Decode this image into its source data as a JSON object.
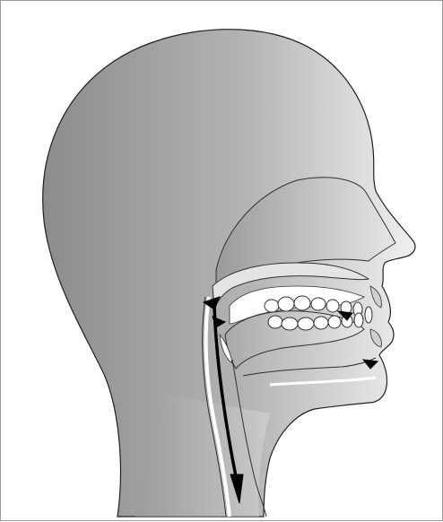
{
  "diagram": {
    "subject": "head-sagittal-section",
    "arrow_direction": "downward-through-pharynx-into-esophagus",
    "colors": {
      "skin_light": "#f0f0f0",
      "skin_dark": "#8c8c8c",
      "outline": "#202020",
      "teeth": "#ffffff",
      "arrow": "#000000"
    },
    "icons": [
      "swallow-path-arrow",
      "teeth",
      "tongue",
      "palate",
      "nasal-cavity",
      "pharynx",
      "esophagus"
    ]
  }
}
